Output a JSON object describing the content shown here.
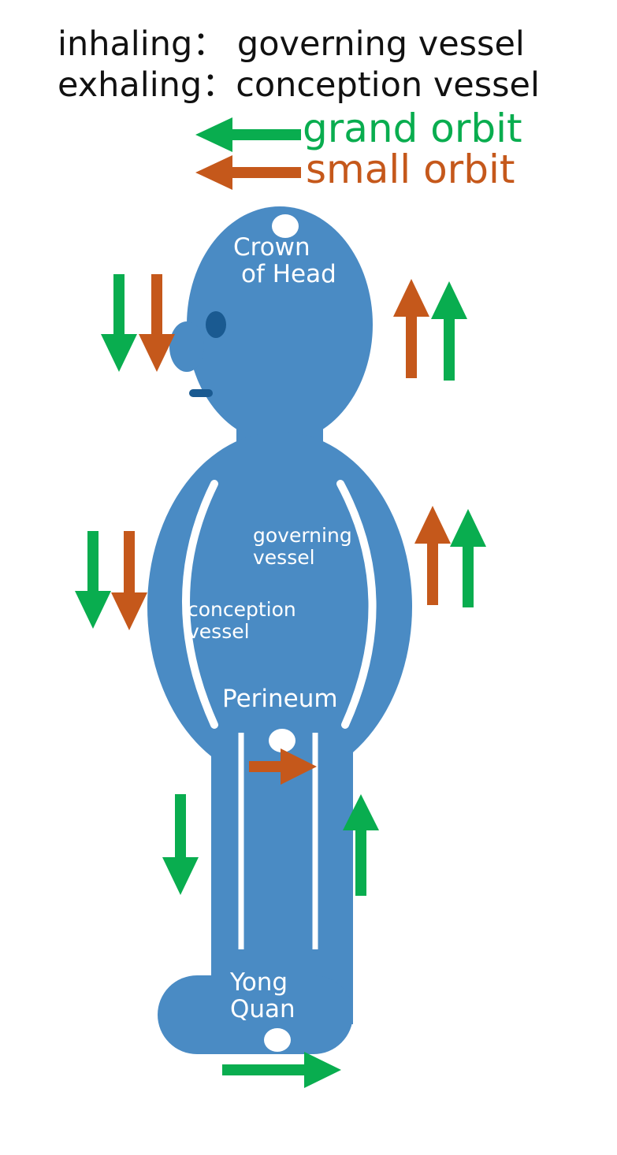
{
  "header": {
    "line1": "inhaling： governing vessel",
    "line2": "exhaling：conception vessel"
  },
  "legend": {
    "grand": "grand orbit",
    "small": "small orbit"
  },
  "labels": {
    "crown_line1": "Crown",
    "crown_line2": "of Head",
    "governing_line1": "governing",
    "governing_line2": "vessel",
    "conception_line1": "conception",
    "conception_line2": "vessel",
    "perineum": "Perineum",
    "yong_line1": "Yong",
    "yong_line2": "Quan"
  },
  "colors": {
    "body": "#4a8bc4",
    "grand": "#09ad4f",
    "small": "#c5581b",
    "eye": "#1a5a91",
    "text": "#111111",
    "label": "#ffffff"
  }
}
